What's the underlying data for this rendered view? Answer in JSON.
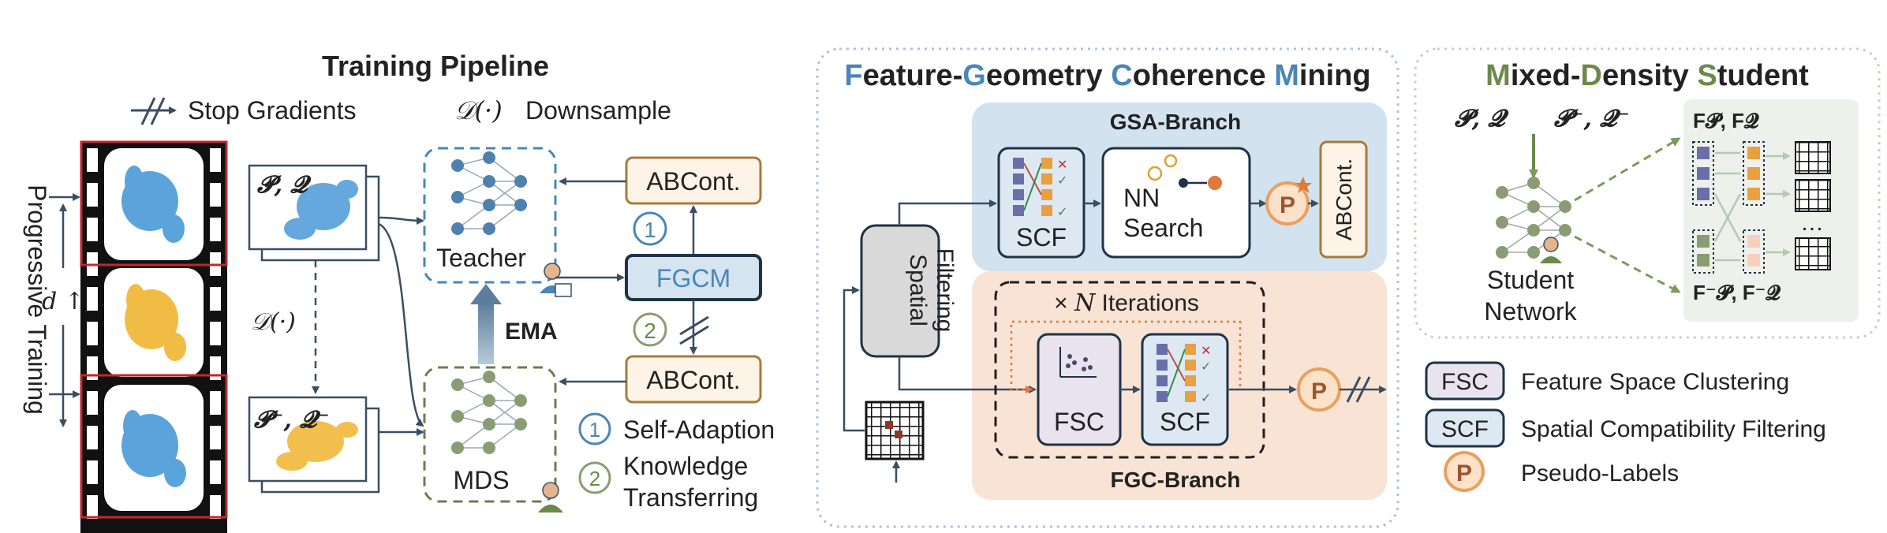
{
  "colors": {
    "blue": "#4a86b8",
    "green": "#6b8a4a",
    "orange": "#e8a060",
    "tan": "#a67c3a",
    "gsa_bg": "#d3e2ef",
    "fgc_bg": "#f8e3d5",
    "node_fill": "#dde8f3",
    "dark_box": "#1f3247"
  },
  "pipeline": {
    "title": "Training Pipeline",
    "legend_stop": "Stop Gradients",
    "legend_down_symbol": "𝒟(·)",
    "legend_down_text": "Downsample",
    "progressive": "Progressive Training",
    "d_label": "d ↑",
    "pq_label": "𝓟, 𝓠",
    "pq_minus_label": "𝓟⁻, 𝓠⁻",
    "downsample_mid": "𝒟(·)",
    "teacher": "Teacher",
    "mds": "MDS",
    "ema": "EMA",
    "abcont_top": "ABCont.",
    "abcont_bottom": "ABCont.",
    "fgcm": "FGCM",
    "step1_num": "1",
    "step2_num": "2",
    "legend1_num": "1",
    "legend1_text": "Self-Adaption",
    "legend2_num": "2",
    "legend2_text_line1": "Knowledge",
    "legend2_text_line2": "Transferring"
  },
  "fgcm_panel": {
    "title_letters": [
      "F",
      "eature-",
      "G",
      "eometry ",
      "C",
      "oherence ",
      "M",
      "ining"
    ],
    "spatial_line1": "Spatial",
    "spatial_line2": "Filtering",
    "gsa_title": "GSA-Branch",
    "scf_top": "SCF",
    "nn_line1": "NN",
    "nn_line2": "Search",
    "abcont": "ABCont.",
    "iter_prefix": "× ",
    "iter_n": "N",
    "iter_suffix": " Iterations",
    "fsc": "FSC",
    "scf_bottom": "SCF",
    "fgc_title": "FGC-Branch",
    "pseudo_p": "P"
  },
  "mds_panel": {
    "title_letters": [
      "M",
      "ixed-",
      "D",
      "ensity ",
      "S",
      "tudent"
    ],
    "input1": "𝓟, 𝓠",
    "input2": "𝓟⁻, 𝓠⁻",
    "feat1": "F𝓟, F𝓠",
    "feat2": "F⁻𝓟, F⁻𝓠",
    "student_line1": "Student",
    "student_line2": "Network",
    "dots": "…"
  },
  "legend": {
    "fsc_abbr": "FSC",
    "fsc_text": "Feature Space Clustering",
    "scf_abbr": "SCF",
    "scf_text": "Spatial Compatibility Filtering",
    "p_abbr": "P",
    "p_text": "Pseudo-Labels"
  }
}
